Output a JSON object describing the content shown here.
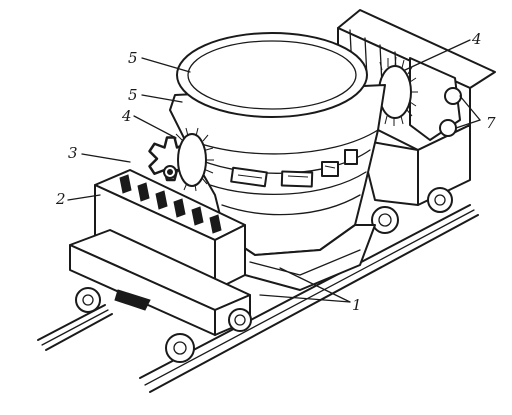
{
  "labels": {
    "ladle_label": "5",
    "rim_label": "5",
    "left_pinion_label": "4",
    "left_gear_label": "3",
    "car_label": "2",
    "right_pinion_label": "4",
    "right_axle_label": "7",
    "bottom_label": "1"
  },
  "colors": {
    "ink": "#1a1a1a",
    "paper": "#ffffff"
  }
}
